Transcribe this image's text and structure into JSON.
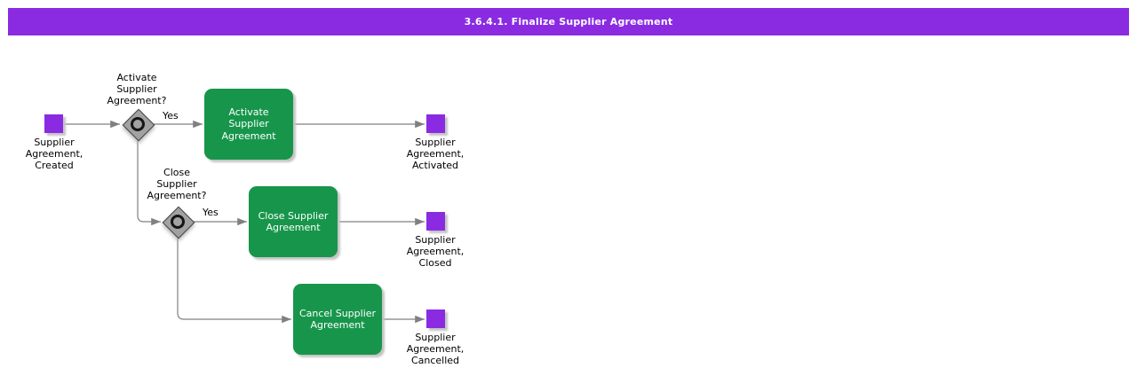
{
  "title_bar": {
    "text": "3.6.4.1. Finalize Supplier Agreement"
  },
  "colors": {
    "header-purple": "#8A2BE2",
    "title-text": "#FFFFFF",
    "event-purple": "#8A2BE2",
    "task-green": "#17964B",
    "task-text": "#FFFFFF",
    "connector-gray": "#808080",
    "decision-gray": "#A2A2A2",
    "shadow-gray": "#C4C4C4"
  },
  "diagram": {
    "events": [
      {
        "name": "supplier-agreement-created",
        "label": "Supplier\nAgreement,\nCreated"
      },
      {
        "name": "supplier-agreement-activated",
        "label": "Supplier\nAgreement,\nActivated"
      },
      {
        "name": "supplier-agreement-closed",
        "label": "Supplier\nAgreement,\nClosed"
      },
      {
        "name": "supplier-agreement-cancelled",
        "label": "Supplier\nAgreement,\nCancelled"
      }
    ],
    "decisions": [
      {
        "name": "activate-supplier-agreement-question",
        "question": "Activate\nSupplier\nAgreement?",
        "branch_label": "Yes"
      },
      {
        "name": "close-supplier-agreement-question",
        "question": "Close\nSupplier\nAgreement?",
        "branch_label": "Yes"
      }
    ],
    "tasks": [
      {
        "name": "activate-supplier-agreement",
        "label": "Activate\nSupplier\nAgreement"
      },
      {
        "name": "close-supplier-agreement",
        "label": "Close Supplier\nAgreement"
      },
      {
        "name": "cancel-supplier-agreement",
        "label": "Cancel Supplier\nAgreement"
      }
    ]
  }
}
